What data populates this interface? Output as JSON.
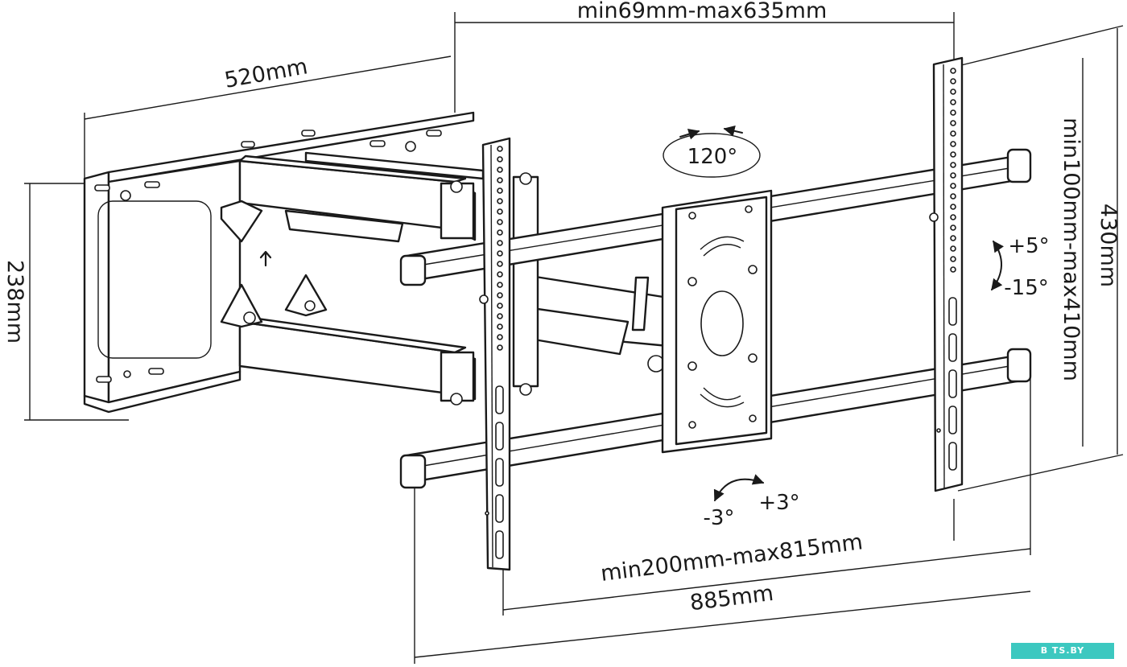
{
  "dimensions": {
    "arm_spacing": "min69mm-max635mm",
    "wall_plate_width": "520mm",
    "wall_plate_height": "238mm",
    "bracket_height": "430mm",
    "vertical_vesa": "min100mm-max410mm",
    "horizontal_vesa": "min200mm-max815mm",
    "overall_width": "885mm"
  },
  "angles": {
    "swivel": "120°",
    "tilt_up": "+5°",
    "tilt_down": "-15°",
    "rotate_minus": "-3°",
    "rotate_plus": "+3°"
  },
  "watermark": {
    "text": "B TS.BY"
  }
}
